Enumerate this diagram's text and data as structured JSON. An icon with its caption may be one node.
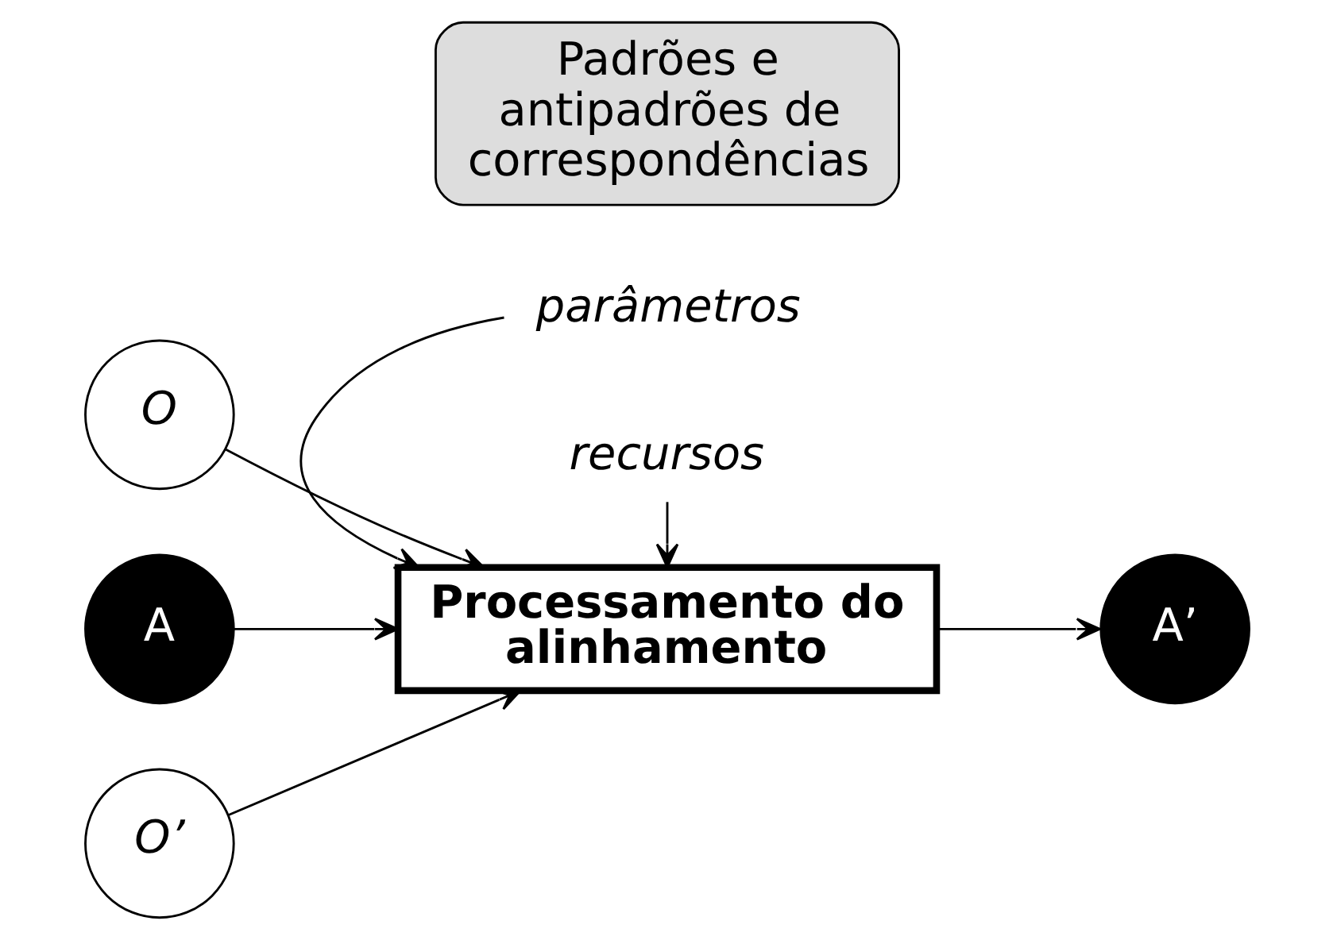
{
  "diagram": {
    "nodes": [
      {
        "text": [
          "O"
        ]
      },
      {
        "text": [
          "A"
        ]
      },
      {
        "text": [
          "O’"
        ]
      },
      {
        "text": [
          "Processamento do alinhamento"
        ]
      },
      {
        "text": [
          "parâmetros"
        ]
      },
      {
        "text": [
          "recursos"
        ]
      },
      {
        "text": [
          "A’"
        ]
      },
      {
        "text": [
          "Padrões e antipadrões de correspondências"
        ]
      }
    ],
    "edges": [
      {
        "from": 0,
        "to": 3,
        "arrow": "to"
      },
      {
        "from": 1,
        "to": 3,
        "arrow": "to"
      },
      {
        "from": 2,
        "to": 3,
        "arrow": "to"
      },
      {
        "from": 4,
        "to": 3,
        "arrow": "to"
      },
      {
        "from": 5,
        "to": 3,
        "arrow": "to"
      },
      {
        "from": 3,
        "to": 6,
        "arrow": "to"
      }
    ]
  }
}
